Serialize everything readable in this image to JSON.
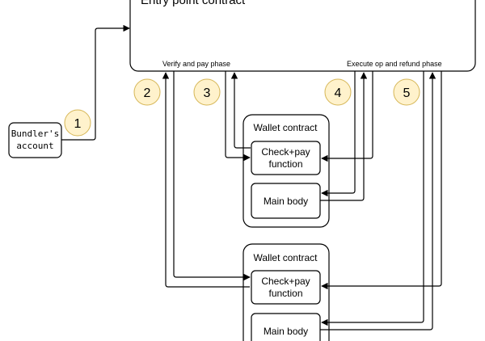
{
  "entry": {
    "title": "Entry point contract",
    "phase_verify": "Verify and pay phase",
    "phase_execute": "Execute op and refund phase"
  },
  "bundler": {
    "line1": "Bundler's",
    "line2": "account"
  },
  "wallets": [
    {
      "title": "Wallet contract",
      "check_line1": "Check+pay",
      "check_line2": "function",
      "main": "Main body"
    },
    {
      "title": "Wallet contract",
      "check_line1": "Check+pay",
      "check_line2": "function",
      "main": "Main body"
    }
  ],
  "steps": [
    "1",
    "2",
    "3",
    "4",
    "5"
  ]
}
